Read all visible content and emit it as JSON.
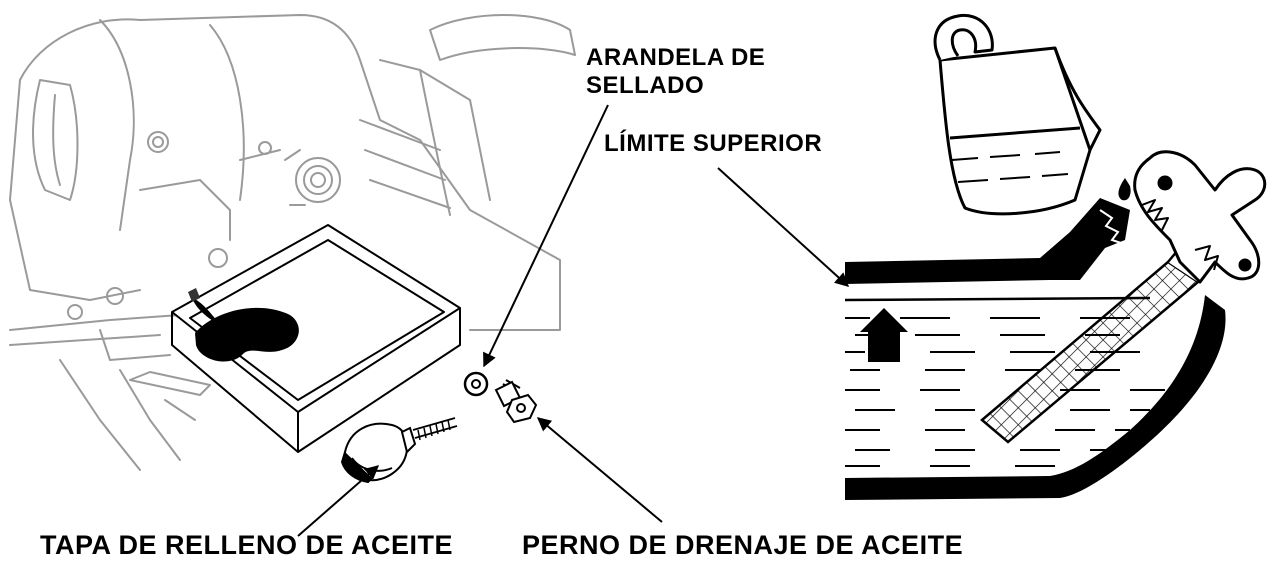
{
  "labels": {
    "sealing_washer_line1": "ARANDELA DE",
    "sealing_washer_line2": "SELLADO",
    "upper_limit": "LÍMITE SUPERIOR",
    "oil_filler_cap": "TAPA DE RELLENO DE ACEITE",
    "oil_drain_bolt": "PERNO DE DRENAJE DE ACEITE"
  },
  "colors": {
    "ink": "#000000",
    "background": "#ffffff",
    "engine_line": "#9a9a9a"
  }
}
